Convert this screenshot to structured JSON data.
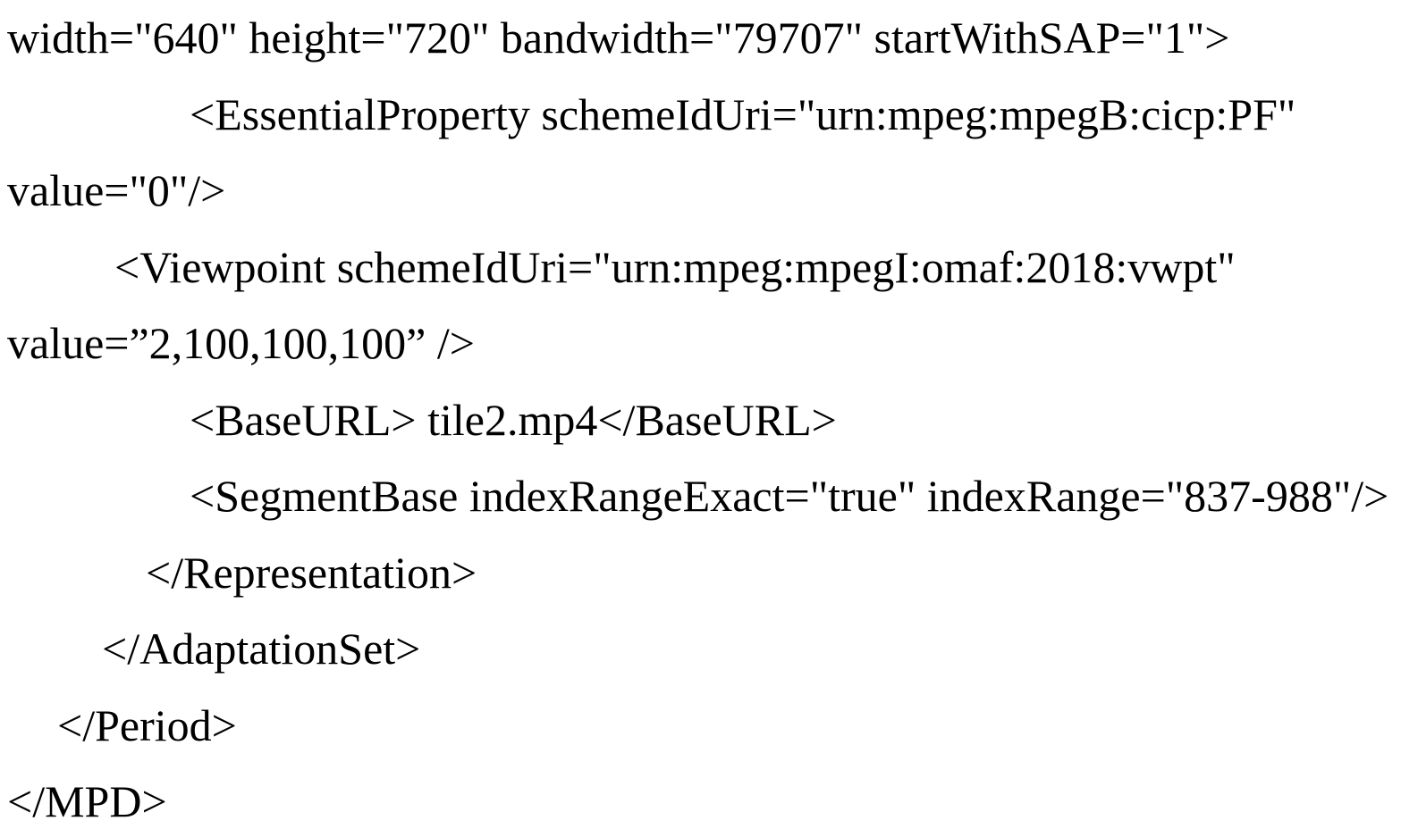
{
  "document": {
    "kind": "xml-code-listing",
    "background_color": "#ffffff",
    "text_color": "#000000",
    "lines": [
      {
        "indent": 0,
        "text": "width=\"640\" height=\"720\" bandwidth=\"79707\" startWithSAP=\"1\">"
      },
      {
        "indent": 1,
        "text": "<EssentialProperty schemeIdUri=\"urn:mpeg:mpegB:cicp:PF\""
      },
      {
        "indent": 2,
        "text": "value=\"0\"/>"
      },
      {
        "indent": 3,
        "text": "<Viewpoint schemeIdUri=\"urn:mpeg:mpegI:omaf:2018:vwpt\""
      },
      {
        "indent": 4,
        "text": "value=”2,100,100,100” />"
      },
      {
        "indent": 5,
        "text": "<BaseURL> tile2.mp4</BaseURL>"
      },
      {
        "indent": 6,
        "text": "<SegmentBase indexRangeExact=\"true\" indexRange=\"837-988\"/>"
      },
      {
        "indent": 7,
        "text": "</Representation>"
      },
      {
        "indent": 8,
        "text": "</AdaptationSet>"
      },
      {
        "indent": 9,
        "text": "</Period>"
      },
      {
        "indent": 10,
        "text": "</MPD>"
      }
    ]
  }
}
